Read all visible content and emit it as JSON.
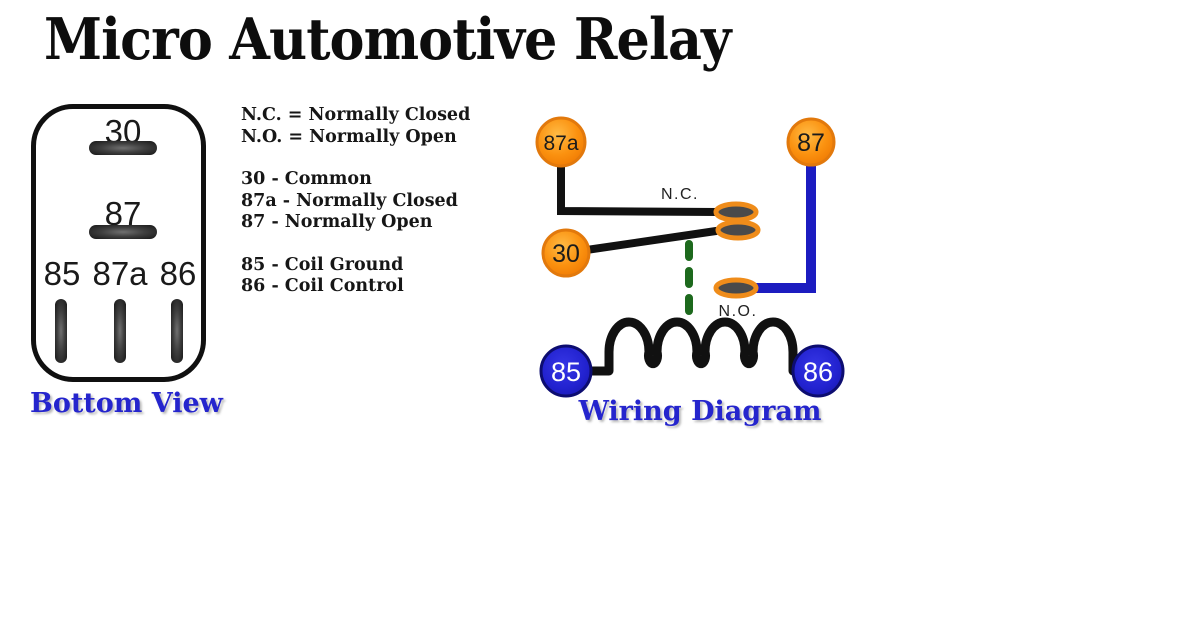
{
  "title": "Micro Automotive Relay",
  "colors": {
    "caption_blue": "#2525cd",
    "terminal_orange": "#f68300",
    "terminal_orange_ring": "#e2790c",
    "terminal_blue": "#2424d6",
    "terminal_blue_ring": "#0d0d70",
    "wire_black": "#111111",
    "wire_blue": "#1c1cc0",
    "actuator_green": "#1d691d",
    "contact_gray": "#4a4a4a",
    "contact_ring_orange": "#ef8c1a"
  },
  "bottom_view": {
    "caption": "Bottom View",
    "pin_top": "30",
    "pin_middle": "87",
    "pin_row": [
      "85",
      "87a",
      "86"
    ]
  },
  "legend": {
    "abbreviations": [
      "N.C. = Normally Closed",
      "N.O. = Normally Open"
    ],
    "switch_pins": [
      "30 - Common",
      "87a - Normally Closed",
      "87 - Normally Open"
    ],
    "coil_pins": [
      "85 - Coil Ground",
      "86 - Coil Control"
    ]
  },
  "wiring": {
    "caption": "Wiring Diagram",
    "terminal_87a": "87a",
    "terminal_87": "87",
    "terminal_30": "30",
    "terminal_85": "85",
    "terminal_86": "86",
    "label_nc": "N.C.",
    "label_no": "N.O."
  }
}
